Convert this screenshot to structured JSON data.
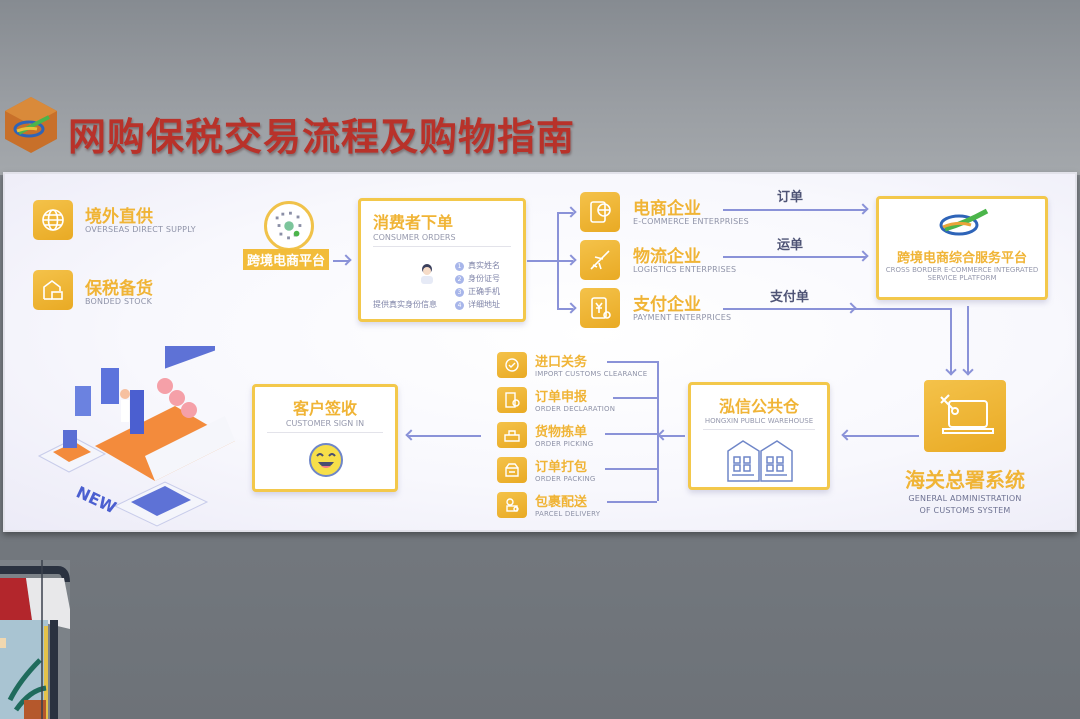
{
  "header": {
    "title": "网购保税交易流程及购物指南",
    "logo": "hexagon-swoosh-logo"
  },
  "sources": [
    {
      "cn": "境外直供",
      "en": "OVERSEAS DIRECT SUPPLY",
      "icon": "globe-icon"
    },
    {
      "cn": "保税备货",
      "en": "BONDED STOCK",
      "icon": "warehouse-box-icon"
    }
  ],
  "platform_qr": {
    "label": "跨境电商平台",
    "icon": "qr-code-icon"
  },
  "consumer_orders": {
    "cn": "消费者下单",
    "en": "CONSUMER ORDERS",
    "caption": "提供真实身份信息",
    "items": [
      "真实姓名",
      "身份证号",
      "正确手机",
      "详细地址"
    ],
    "item_numbers": [
      "1",
      "2",
      "3",
      "4"
    ]
  },
  "enterprises": [
    {
      "cn": "电商企业",
      "en": "E-COMMERCE ENTERPRISES",
      "flow": "订单",
      "icon": "tablet-globe-icon"
    },
    {
      "cn": "物流企业",
      "en": "LOGISTICS ENTERPRISES",
      "flow": "运单",
      "icon": "airplane-icon"
    },
    {
      "cn": "支付企业",
      "en": "PAYMENT ENTERPRICES",
      "flow": "支付单",
      "icon": "yuan-payment-icon"
    }
  ],
  "service_platform": {
    "cn": "跨境电商综合服务平台",
    "en_line1": "CROSS BORDER E-COMMERCE INTEGRATED",
    "en_line2": "SERVICE PLATFORM"
  },
  "customs": {
    "cn": "海关总署系统",
    "en_line1": "GENERAL ADMINISTRATION",
    "en_line2": "OF CUSTOMS SYSTEM",
    "icon": "laptop-tools-icon"
  },
  "warehouse": {
    "cn": "泓信公共仓",
    "en": "HONGXIN PUBLIC WAREHOUSE",
    "icon": "warehouse-buildings-icon"
  },
  "steps": [
    {
      "cn": "进口关务",
      "en": "IMPORT CUSTOMS CLEARANCE",
      "icon": "customs-stamp-icon"
    },
    {
      "cn": "订单申报",
      "en": "ORDER DECLARATION",
      "icon": "document-declare-icon"
    },
    {
      "cn": "货物拣单",
      "en": "ORDER PICKING",
      "icon": "box-pick-icon"
    },
    {
      "cn": "订单打包",
      "en": "ORDER PACKING",
      "icon": "package-icon"
    },
    {
      "cn": "包裹配送",
      "en": "PARCEL DELIVERY",
      "icon": "delivery-icon"
    }
  ],
  "customer_sign": {
    "cn": "客户签收",
    "en": "CUSTOMER SIGN IN",
    "icon": "smiley-face-icon"
  },
  "illustration": {
    "badge": "NEW",
    "name": "isometric-online-shopping-illustration"
  },
  "colors": {
    "accent_yellow": "#f3c84b",
    "title_red": "#b8322a",
    "arrow_blue": "#8a92d8",
    "board_bg": "#ffffff",
    "wall_gray": "#7b8086"
  }
}
